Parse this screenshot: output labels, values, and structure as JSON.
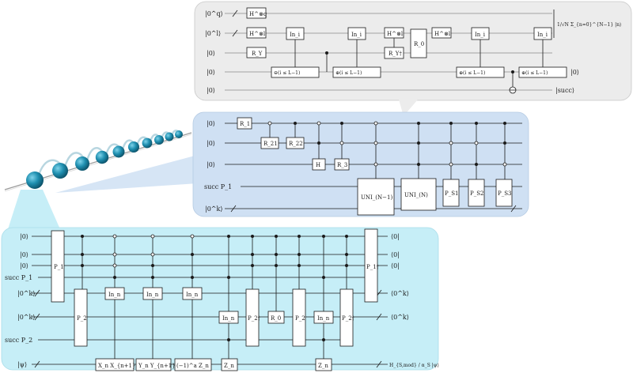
{
  "top_panel": {
    "inputs": [
      "|0^q⟩",
      "|0^l⟩",
      "|0⟩",
      "|0⟩",
      "|0⟩"
    ],
    "outputs": {
      "state": "1/√N Σ_{n=0}^{N−1} |n⟩",
      "zero": "|0⟩",
      "succ": "|succ⟩"
    },
    "gates": {
      "hq": "H^⊗q",
      "hl": "H^⊗l",
      "ry": "R_Y",
      "ini": "In_i",
      "ryd": "R_Y†",
      "r0": "R_0",
      "cmp": "⊖(i ≤ L−1)",
      "cmpp": "⊕(i ≤ L−1)"
    }
  },
  "mid_panel": {
    "inputs": [
      "|0⟩",
      "|0⟩",
      "|0⟩",
      "succ P_1",
      "|0^k⟩"
    ],
    "gates": {
      "r1": "R_1",
      "r21": "R_21",
      "r22": "R_22",
      "h": "H",
      "r3": "R_3",
      "uni1": "UNI_(N−1)",
      "uni2": "UNI_(N)",
      "ps1": "P_S1",
      "ps2": "P_S2",
      "ps3": "P_S3"
    }
  },
  "bottom_panel": {
    "inputs": [
      "|0⟩",
      "|0⟩",
      "|0⟩",
      "succ P_1",
      "|0^k⟩",
      "|0^k⟩",
      "succ P_2",
      "|ψ⟩"
    ],
    "outputs": [
      "⟨0|",
      "⟨0|",
      "⟨0|",
      "⟨0^k⟩",
      "⟨0^k⟩",
      "H_{S,mod} / α_S |ψ⟩"
    ],
    "gates": {
      "p1": "P_1",
      "p2": "P_2",
      "inn": "In_n",
      "xx": "X_n X_{n+1}",
      "yy": "Y_n Y_{n+1}",
      "zz": "(−1)^a Z_n",
      "zn": "Z_n",
      "p2d": "P_2†",
      "r0": "R_0",
      "p1d": "P_1†"
    }
  },
  "colors": {
    "top": "#ececec",
    "mid": "#cfe0f3",
    "bottom": "#c6eef7",
    "bead": "#1f8fb0",
    "wire": "#1a1a1a"
  }
}
